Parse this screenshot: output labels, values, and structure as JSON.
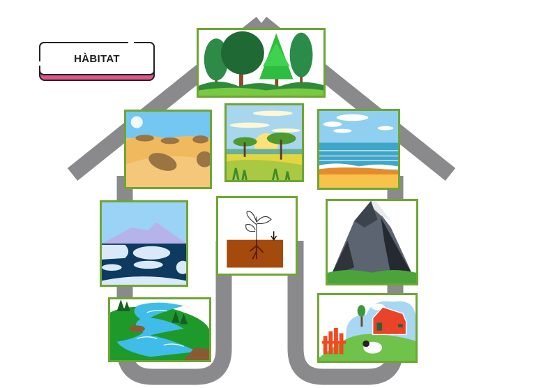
{
  "title": {
    "label": "HÀBITAT"
  },
  "colors": {
    "house_outline": "#8a8a8c",
    "frame_border": "#6ea632",
    "title_accent": "#e0548a"
  },
  "habitats": [
    {
      "id": "forest",
      "name": "forest-image"
    },
    {
      "id": "desert",
      "name": "desert-image"
    },
    {
      "id": "savanna",
      "name": "savanna-image"
    },
    {
      "id": "beach",
      "name": "beach-image"
    },
    {
      "id": "polar",
      "name": "polar-image"
    },
    {
      "id": "plant-soil",
      "name": "plant-soil-image"
    },
    {
      "id": "mountain",
      "name": "mountain-image"
    },
    {
      "id": "river",
      "name": "river-image"
    },
    {
      "id": "farm",
      "name": "farm-image"
    }
  ]
}
